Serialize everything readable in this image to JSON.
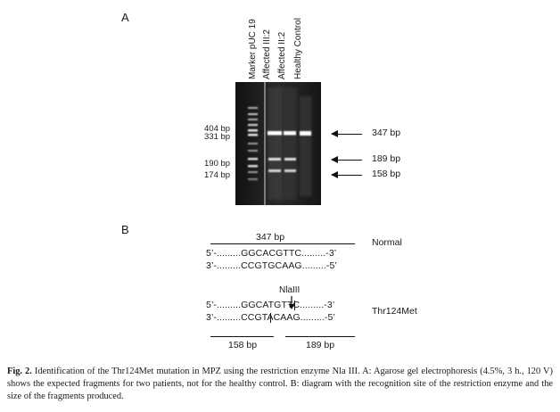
{
  "panel_a": {
    "label": "A",
    "lanes": [
      "Marker pUC 19",
      "Affected III:2",
      "Affected II:2",
      "Healthy Control"
    ],
    "left_labels": [
      "404 bp",
      "331 bp",
      "190 bp",
      "174 bp"
    ],
    "right_labels": [
      "347 bp",
      "189 bp",
      "158 bp"
    ]
  },
  "panel_b": {
    "label": "B",
    "normal": {
      "fragment": "347 bp",
      "label": "Normal",
      "seq_top": "5’-.........GGCACGTTC.........-3’",
      "seq_bottom": "3’-.........CCGTGCAAG.........-5’"
    },
    "mutant": {
      "enzyme": "NlaIII",
      "label": "Thr124Met",
      "seq_top": "5’-.........GGCATGTTC.........-3’",
      "seq_bottom": "3’-.........CCGTACAAG.........-5’",
      "fragment_left": "158 bp",
      "fragment_right": "189 bp"
    }
  },
  "caption": {
    "prefix": "Fig. 2.",
    "text": " Identification of the Thr124Met mutation in MPZ using the restriction enzyme Nla III. A: Agarose gel electrophoresis (4.5%, 3 h., 120 V) shows the expected fragments for two patients, not for the healthy control. B: diagram with the recognition site of the restriction enzyme and the size of the fragments produced."
  }
}
